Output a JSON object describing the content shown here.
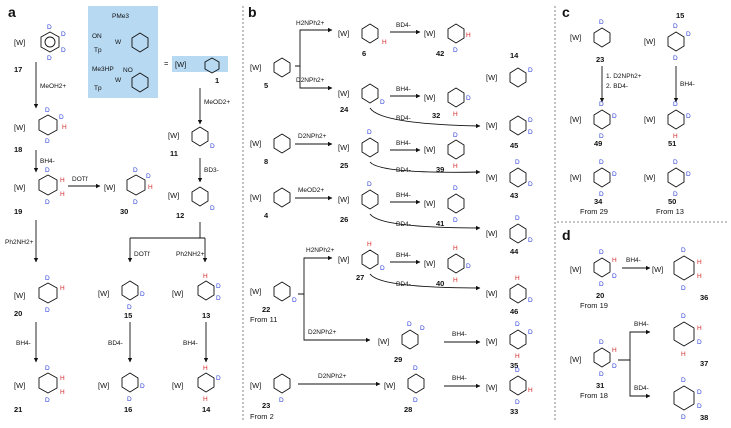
{
  "panels": {
    "a": "a",
    "b": "b",
    "c": "c",
    "d": "d"
  },
  "labels": {
    "w": "[W]",
    "equals": "=",
    "from11": "From 11",
    "from2": "From 2",
    "from29": "From 29",
    "from13": "From 13",
    "from19": "From 19",
    "from18": "From 18"
  },
  "box": {
    "pme3": "PMe3",
    "on": "ON",
    "tp": "Tp",
    "w": "W",
    "me3hp": "Me3HP",
    "no": "NO",
    "cpd": "1"
  },
  "compounds": {
    "c17": "17",
    "c18": "18",
    "c19": "19",
    "c30": "30",
    "c20": "20",
    "c21": "21",
    "c11": "11",
    "c12": "12",
    "c15": "15",
    "c13": "13",
    "c16": "16",
    "c14": "14",
    "c5": "5",
    "c6": "6",
    "c42": "42",
    "c24": "24",
    "c32": "32",
    "c14b": "14",
    "c45": "45",
    "c8": "8",
    "c25": "25",
    "c39": "39",
    "c43": "43",
    "c4": "4",
    "c26": "26",
    "c41": "41",
    "c44": "44",
    "c27": "27",
    "c40": "40",
    "c46": "46",
    "c22": "22",
    "c29": "29",
    "c35": "35",
    "c23": "23",
    "c28": "28",
    "c33": "33",
    "c23c": "23",
    "c15c": "15",
    "c49": "49",
    "c51": "51",
    "c34": "34",
    "c50": "50",
    "c20d": "20",
    "c36": "36",
    "c31": "31",
    "c37": "37",
    "c38": "38"
  },
  "reagents": {
    "meoh2": "MeOH2+",
    "bh4": "BH4-",
    "dotf": "DOTf",
    "ph2nh2": "Ph2NH2+",
    "bh4_20": "BH4-",
    "meod2": "MeOD2+",
    "bd3": "BD3-",
    "dotf2": "DOTf",
    "ph2nh2b": "Ph2NH2+",
    "bd4_15": "BD4-",
    "bh4_13": "BH4-",
    "h2nph2": "H2NPh2+",
    "bd4_6": "BD4-",
    "d2nph2": "D2NPh2+",
    "bh4_24": "BH4-",
    "bd4_24": "BD4-",
    "d2nph2b": "D2NPh2+",
    "bh4_25": "BH4-",
    "bd4_25": "BD4-",
    "meod2b": "MeOD2+",
    "bh4_26": "BH4-",
    "bd4_26": "BD4-",
    "h2nph2b": "H2NPh2+",
    "bh4_27": "BH4-",
    "bd4_27": "BD4-",
    "d2nph2c": "D2NPh2+",
    "bh4_29": "BH4-",
    "d2nph2d": "D2NPh2+",
    "bh4_28": "BH4-",
    "c_step1": "1. D2NPh2+",
    "c_step2": "2. BD4-",
    "c_bh4": "BH4-",
    "d_bh4": "BH4-",
    "d_bh4b": "BH4-",
    "d_bd4": "BD4-"
  },
  "iso": {
    "D": "D",
    "H": "H"
  },
  "colors": {
    "deuterium": "#2b3fd8",
    "hydrogen": "#d62828",
    "box": "#b7d9f2",
    "ink": "#111111"
  }
}
